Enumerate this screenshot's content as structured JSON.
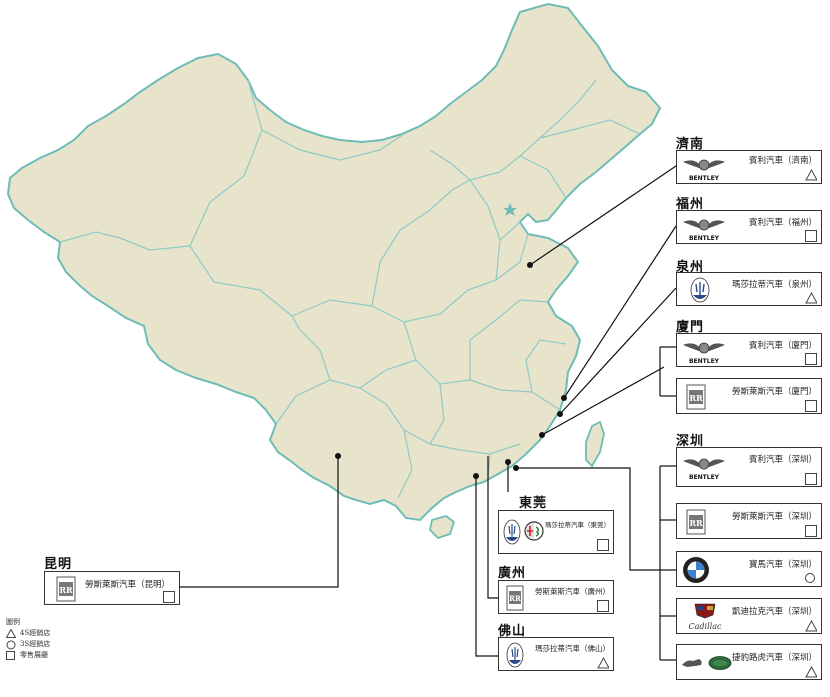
{
  "colors": {
    "land": "#e8e4cc",
    "border": "#6fbcb7",
    "province": "#8fcac4",
    "leader": "#111111"
  },
  "cities": [
    {
      "id": "jinan",
      "name": "濟南"
    },
    {
      "id": "fuzhou",
      "name": "福州"
    },
    {
      "id": "quanzhou",
      "name": "泉州"
    },
    {
      "id": "xiamen",
      "name": "廈門"
    },
    {
      "id": "shenzhen",
      "name": "深圳"
    },
    {
      "id": "dongguan",
      "name": "東莞"
    },
    {
      "id": "guangzhou",
      "name": "廣州"
    },
    {
      "id": "foshan",
      "name": "佛山"
    },
    {
      "id": "kunming",
      "name": "昆明"
    }
  ],
  "dealers": {
    "jinan_bentley": {
      "brand": "bentley",
      "label": "賓利汽車（濟南）",
      "type": "triangle"
    },
    "fuzhou_bentley": {
      "brand": "bentley",
      "label": "賓利汽車（福州）",
      "type": "square"
    },
    "quanzhou_maserati": {
      "brand": "maserati",
      "label": "瑪莎拉蒂汽車（泉州）",
      "type": "triangle"
    },
    "xiamen_bentley": {
      "brand": "bentley",
      "label": "賓利汽車（廈門）",
      "type": "square"
    },
    "xiamen_rr": {
      "brand": "rolls-royce",
      "label": "勞斯萊斯汽車（廈門）",
      "type": "square"
    },
    "shenzhen_bentley": {
      "brand": "bentley",
      "label": "賓利汽車（深圳）",
      "type": "square"
    },
    "shenzhen_rr": {
      "brand": "rolls-royce",
      "label": "勞斯萊斯汽車（深圳）",
      "type": "square"
    },
    "shenzhen_bmw": {
      "brand": "bmw",
      "label": "寶馬汽車（深圳）",
      "type": "circle"
    },
    "shenzhen_cadillac": {
      "brand": "cadillac",
      "label": "凱迪拉克汽車（深圳）",
      "type": "triangle"
    },
    "shenzhen_jlr": {
      "brand": "jaguar-landrover",
      "label": "捷豹路虎汽車（深圳）",
      "type": "triangle"
    },
    "dongguan_maserati": {
      "brand": "maserati-alfa",
      "label": "瑪莎拉蒂汽車（東莞）",
      "type": "square"
    },
    "guangzhou_rr": {
      "brand": "rolls-royce",
      "label": "勞斯萊斯汽車（廣州）",
      "type": "square"
    },
    "foshan_maserati": {
      "brand": "maserati",
      "label": "瑪莎拉蒂汽車（佛山）",
      "type": "triangle"
    },
    "kunming_rr": {
      "brand": "rolls-royce",
      "label": "勞斯萊斯汽車（昆明）",
      "type": "square"
    }
  },
  "brand_text": {
    "bentley_wordmark": "BENTLEY",
    "rr_monogram": "RR",
    "cadillac_script": "Cadillac"
  },
  "legend": {
    "title": "圖例",
    "items": [
      {
        "symbol": "triangle",
        "label": "4S經銷店"
      },
      {
        "symbol": "circle",
        "label": "3S經銷店"
      },
      {
        "symbol": "square",
        "label": "零售展廳"
      }
    ]
  }
}
